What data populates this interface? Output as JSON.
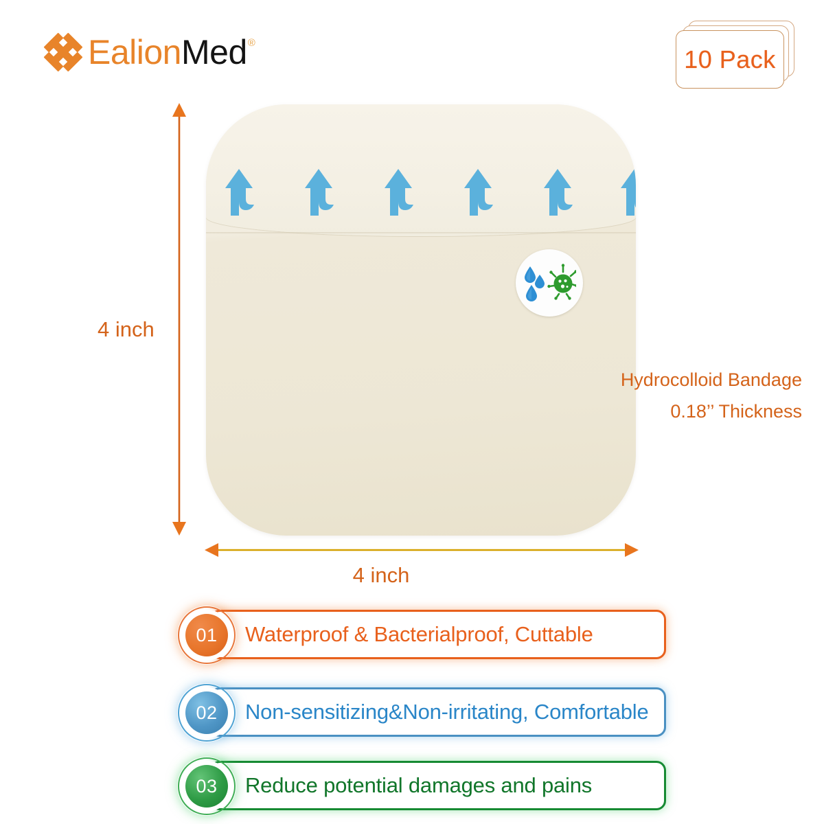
{
  "brand": {
    "name_primary": "Ealion",
    "name_secondary": "Med",
    "registered_mark": "®",
    "logo_icon": "x-burst-icon",
    "primary_color": "#E8842A",
    "secondary_color": "#141414"
  },
  "pack_badge": {
    "label": "10 Pack",
    "color": "#E8601C"
  },
  "product": {
    "side_caption_line1": "Hydrocolloid Bandage",
    "side_caption_line2": "0.18’’ Thickness",
    "caption_color": "#D4631A",
    "body_color": "#EFE9D9",
    "liner_color": "#F5F0E4",
    "peel_arrow_count": 6,
    "peel_arrow_color": "#5BB1DC",
    "protection_badge": {
      "icon_water": "water-droplet-icon",
      "icon_bacteria": "virus-icon",
      "water_color": "#2E8FD4",
      "bacteria_color": "#2E9B2E"
    }
  },
  "dimensions": {
    "height_label": "4 inch",
    "width_label": "4 inch",
    "arrow_color": "#D4631A"
  },
  "features": [
    {
      "number": "01",
      "text": "Waterproof & Bacterialproof, Cuttable",
      "color": "#E8601C"
    },
    {
      "number": "02",
      "text": "Non-sensitizing&Non-irritating, Comfortable",
      "color": "#2A86C8"
    },
    {
      "number": "03",
      "text": "Reduce potential damages and pains",
      "color": "#11762A"
    }
  ]
}
